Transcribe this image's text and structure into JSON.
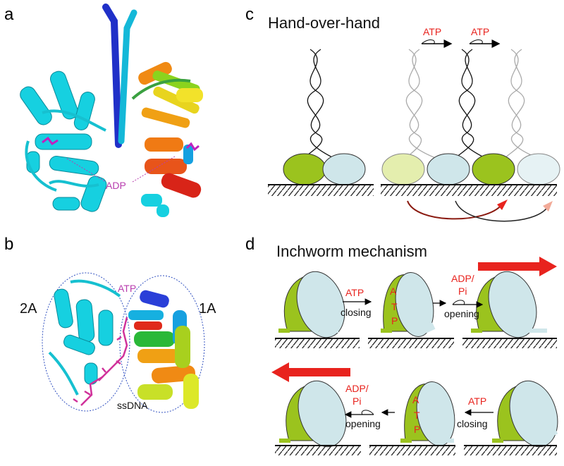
{
  "panels": {
    "a": {
      "letter": "a",
      "ligand": "ADP"
    },
    "b": {
      "letter": "b",
      "domain_left": "2A",
      "domain_right": "1A",
      "ligand_atp": "ATP",
      "ligand_dna": "ssDNA"
    },
    "c": {
      "letter": "c",
      "title": "Hand-over-hand",
      "atp1": "ATP",
      "atp2": "ATP"
    },
    "d": {
      "letter": "d",
      "title": "Inchworm mechanism",
      "top": {
        "atp": "ATP",
        "closing": "closing",
        "adp1": "ADP/",
        "adp2": "Pi",
        "opening": "opening",
        "bound": [
          "A",
          "T",
          "P"
        ]
      },
      "bottom": {
        "atp": "ATP",
        "closing": "closing",
        "adp1": "ADP/",
        "adp2": "Pi",
        "opening": "opening",
        "bound": [
          "A",
          "T",
          "P"
        ]
      }
    }
  },
  "colors": {
    "green": "#9bc31e",
    "lightblue": "#cfe6ea",
    "red": "#e8231e",
    "magenta": "#b83eaf",
    "cyan": "#16d0e0"
  }
}
